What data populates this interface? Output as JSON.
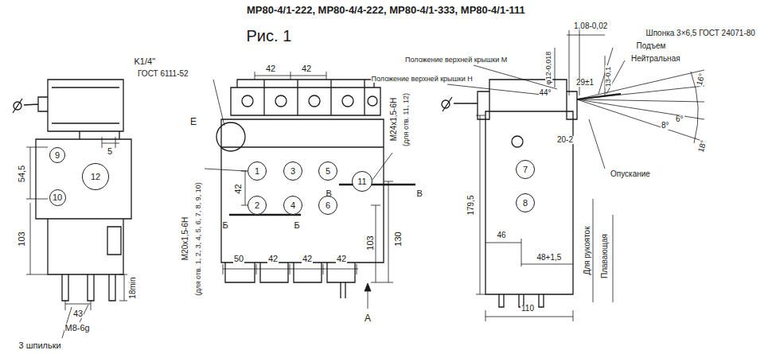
{
  "diagram": {
    "title": "МР80-4/1-222, МР80-4/4-222, МР80-4/1-333, МР80-4/1-111",
    "nodes": [
      {
        "text": [
          "9"
        ]
      },
      {
        "text": [
          "12"
        ]
      },
      {
        "text": [
          "10"
        ]
      },
      {
        "text": [
          "1"
        ]
      },
      {
        "text": [
          "3"
        ]
      },
      {
        "text": [
          "5"
        ]
      },
      {
        "text": [
          "11"
        ]
      },
      {
        "text": [
          "2"
        ]
      },
      {
        "text": [
          "4"
        ]
      },
      {
        "text": [
          "6"
        ]
      },
      {
        "text": [
          "7"
        ]
      },
      {
        "text": [
          "8"
        ]
      }
    ],
    "labels": [
      "Рис. 1",
      "K1/4\"",
      "ГОСТ 6111-52",
      "42",
      "42",
      "E",
      "42",
      "M20x1,5-6H",
      "(для отв. 1, 2, 3, 4, 5, 6, 7, 8, 9, 10)",
      "M24x1,5-6H",
      "(для отв. 11, 12)",
      "Б",
      "Б",
      "В",
      "В",
      "50",
      "42",
      "42",
      "42",
      "103",
      "130",
      "А",
      "5",
      "54,5",
      "103",
      "43",
      "M8-6g",
      "18min",
      "3 шпильки",
      "1,08-0,02",
      "Шпонка 3×6,5 ГОСТ 24071-80",
      "Подъем",
      "Нейтральная",
      "Положение верхней крышки М",
      "Положение верхней крышки Н",
      "φ12-0,018",
      "13-0,1",
      "29±1",
      "44°",
      "16°",
      "8°",
      "6°",
      "18°",
      "20-2",
      "Опускание",
      "179,5",
      "46",
      "48+1,5",
      "110",
      "Для рукояток",
      "Плавающая"
    ]
  }
}
